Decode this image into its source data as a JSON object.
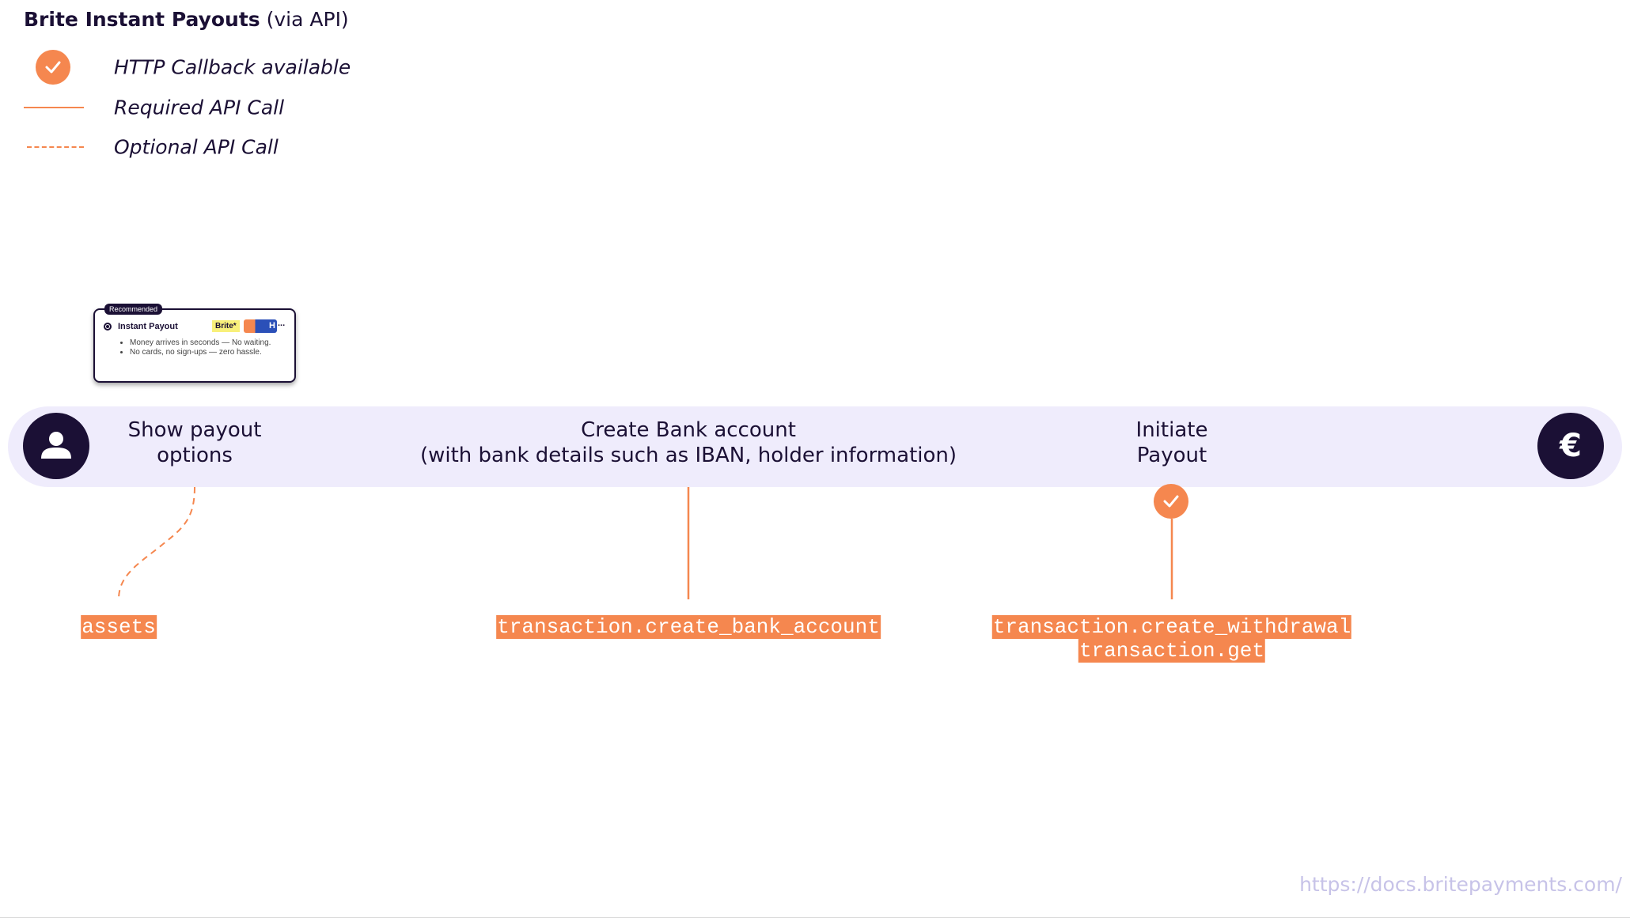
{
  "title": {
    "main": "Brite Instant Payouts",
    "suffix": "(via API)"
  },
  "legend": [
    {
      "icon": "check-icon",
      "label": "HTTP Callback available"
    },
    {
      "icon": "solid-line",
      "label": "Required API Call"
    },
    {
      "icon": "dashed-line",
      "label": "Optional API Call"
    }
  ],
  "card": {
    "badge": "Recommended",
    "option": "Instant Payout",
    "logo_text": "Brite",
    "logo_text_2": "H",
    "more": "...",
    "bullets": [
      "Money arrives in seconds — No waiting.",
      "No cards, no sign-ups — zero hassle."
    ]
  },
  "flow": {
    "start_icon": "user-icon",
    "end_icon": "euro-icon",
    "euro_symbol": "€",
    "steps": [
      {
        "lines": [
          "Show payout",
          "options"
        ],
        "api_calls": [
          "assets"
        ],
        "call_type": "optional",
        "callback": false
      },
      {
        "lines": [
          "Create Bank account",
          "(with bank details such as IBAN, holder information)"
        ],
        "api_calls": [
          "transaction.create_bank_account"
        ],
        "call_type": "required",
        "callback": false
      },
      {
        "lines": [
          "Initiate",
          "Payout"
        ],
        "api_calls": [
          "transaction.create_withdrawal",
          "transaction.get"
        ],
        "call_type": "required",
        "callback": true
      }
    ]
  },
  "footer": {
    "url": "https://docs.britepayments.com/"
  },
  "colors": {
    "accent": "#f5874f",
    "dark": "#1b1035",
    "band": "#efecfc",
    "footer": "#c7c3e8"
  }
}
